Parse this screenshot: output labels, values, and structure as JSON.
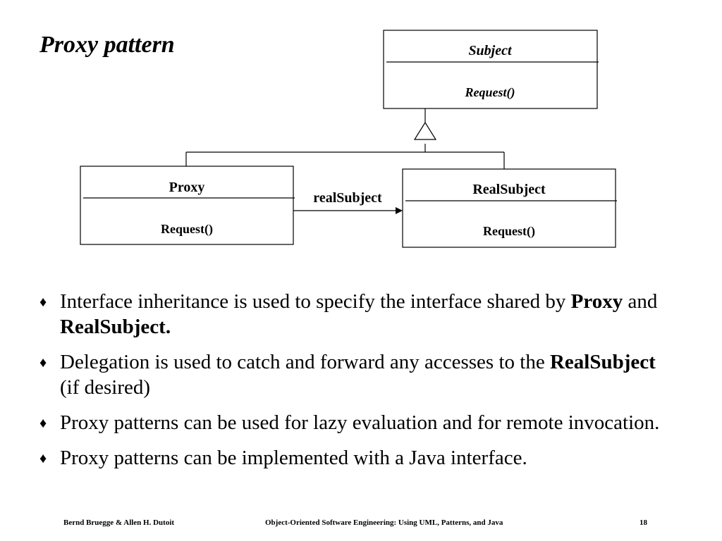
{
  "slide": {
    "title": "Proxy pattern"
  },
  "diagram": {
    "subject": {
      "name": "Subject",
      "operation": "Request()"
    },
    "proxy": {
      "name": "Proxy",
      "operation": "Request()"
    },
    "real_subject": {
      "name": "RealSubject",
      "operation": "Request()"
    },
    "association_label": "realSubject"
  },
  "bullets": [
    {
      "parts": [
        "Interface inheritance is used to specify the interface shared by ",
        "Proxy",
        " and ",
        "RealSubject."
      ]
    },
    {
      "parts": [
        "Delegation is used to catch and forward any accesses to the ",
        "RealSubject",
        " (if desired)"
      ]
    },
    {
      "parts": [
        "Proxy patterns can be used for lazy evaluation and for remote invocation."
      ]
    },
    {
      "parts": [
        "Proxy patterns can be implemented with a Java interface."
      ]
    }
  ],
  "footer": {
    "authors": "Bernd Bruegge & Allen H. Dutoit",
    "book": "Object-Oriented Software Engineering: Using UML, Patterns, and Java",
    "page": "18"
  }
}
